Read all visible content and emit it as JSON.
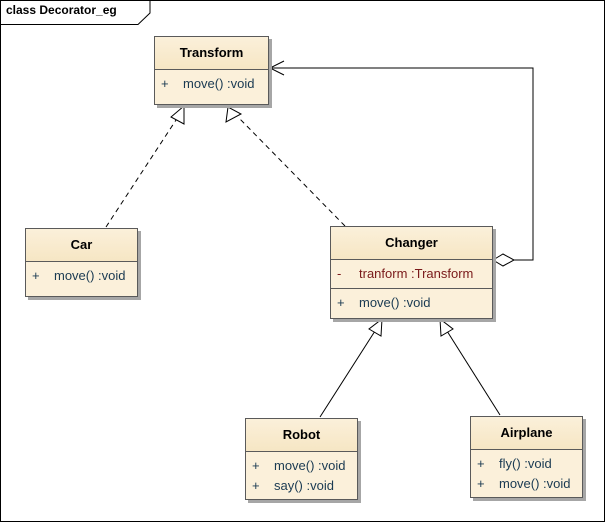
{
  "diagram": {
    "title": "class Decorator_eg"
  },
  "classes": {
    "transform": {
      "name": "Transform",
      "operations": [
        {
          "vis": "+",
          "sig": "move()  :void"
        }
      ]
    },
    "car": {
      "name": "Car",
      "operations": [
        {
          "vis": "+",
          "sig": "move()  :void"
        }
      ]
    },
    "changer": {
      "name": "Changer",
      "attributes": [
        {
          "vis": "-",
          "sig": "tranform  :Transform"
        }
      ],
      "operations": [
        {
          "vis": "+",
          "sig": "move()  :void"
        }
      ]
    },
    "robot": {
      "name": "Robot",
      "operations": [
        {
          "vis": "+",
          "sig": "move()  :void"
        },
        {
          "vis": "+",
          "sig": "say()  :void"
        }
      ]
    },
    "airplane": {
      "name": "Airplane",
      "operations": [
        {
          "vis": "+",
          "sig": "fly()  :void"
        },
        {
          "vis": "+",
          "sig": "move()  :void"
        }
      ]
    }
  },
  "relationships": [
    {
      "type": "realization",
      "from": "Car",
      "to": "Transform"
    },
    {
      "type": "realization",
      "from": "Changer",
      "to": "Transform"
    },
    {
      "type": "aggregation",
      "from": "Changer",
      "to": "Transform"
    },
    {
      "type": "generalization",
      "from": "Robot",
      "to": "Changer"
    },
    {
      "type": "generalization",
      "from": "Airplane",
      "to": "Changer"
    }
  ],
  "colors": {
    "class_fill": "#fbf0da",
    "border": "#5a5a5a",
    "operation_text": "#1a3a52",
    "attribute_text": "#7a1a1a"
  }
}
